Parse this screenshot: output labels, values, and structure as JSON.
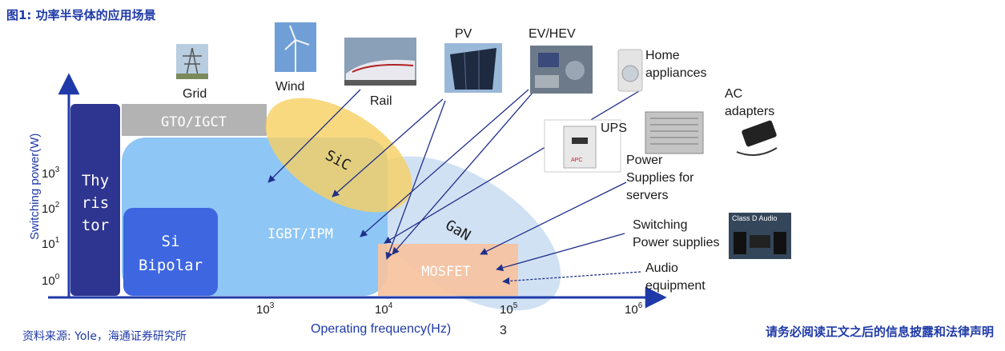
{
  "figure_title": "图1: 功率半导体的应用场景",
  "source_note": "资料来源: Yole，海通证券研究所",
  "disclaimer": "请务必阅读正文之后的信息披露和法律声明",
  "page_number": "3",
  "axes": {
    "y_label": "Switching power(W)",
    "x_label": "Operating frequency(Hz)",
    "y_ticks": [
      {
        "base": "10",
        "exp": "3"
      },
      {
        "base": "10",
        "exp": "2"
      },
      {
        "base": "10",
        "exp": "1"
      },
      {
        "base": "10",
        "exp": "0"
      }
    ],
    "x_ticks": [
      {
        "base": "10",
        "exp": "3"
      },
      {
        "base": "10",
        "exp": "4"
      },
      {
        "base": "10",
        "exp": "5"
      },
      {
        "base": "10",
        "exp": "6"
      }
    ]
  },
  "devices": {
    "thyristor": [
      "Thy",
      "ris",
      "tor"
    ],
    "gto": "GTO/IGCT",
    "igbt": "IGBT/IPM",
    "si_bipolar": [
      "Si",
      "Bipolar"
    ],
    "mosfet": "MOSFET",
    "sic": "SiC",
    "gan": "GaN"
  },
  "applications": {
    "grid": "Grid",
    "wind": "Wind",
    "rail": "Rail",
    "pv": "PV",
    "ev": "EV/HEV",
    "home": [
      "Home",
      "appliances"
    ],
    "ac": [
      "AC",
      "adapters"
    ],
    "ups": "UPS",
    "servers": [
      "Power",
      "Supplies for",
      "servers"
    ],
    "switching": [
      "Switching",
      "Power supplies"
    ],
    "audio": [
      "Audio",
      "equipment"
    ],
    "class_d_text": "Class D Audio",
    "apc_text": "APC"
  },
  "colors": {
    "axis": "#1f3aa8",
    "thyristor": "#2e3590",
    "gto": "#b3b3b3",
    "igbt": "#8ec6f5",
    "si_bipolar": "#3d66e0",
    "mosfet": "#f6c29e",
    "sic": "#f7d060",
    "gan": "#c9dcf2"
  }
}
